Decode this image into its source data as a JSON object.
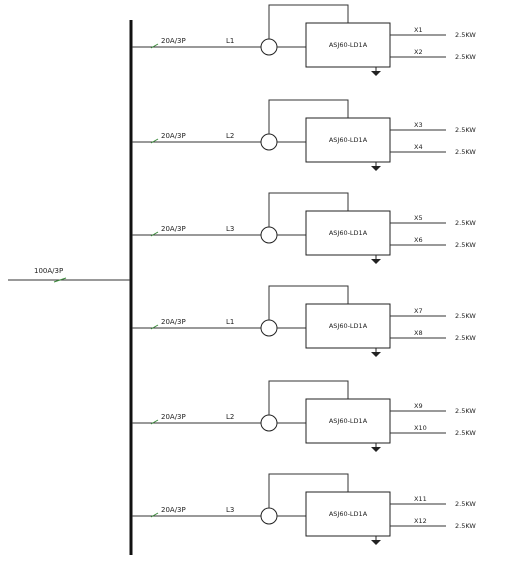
{
  "diagram": {
    "main_breaker": "100A/3P",
    "branches": [
      {
        "breaker": "20A/3P",
        "phase": "L1",
        "module": "ASJ60-LD1A",
        "outputs": [
          {
            "id": "X1",
            "load": "2.5KW"
          },
          {
            "id": "X2",
            "load": "2.5KW"
          }
        ]
      },
      {
        "breaker": "20A/3P",
        "phase": "L2",
        "module": "ASJ60-LD1A",
        "outputs": [
          {
            "id": "X3",
            "load": "2.5KW"
          },
          {
            "id": "X4",
            "load": "2.5KW"
          }
        ]
      },
      {
        "breaker": "20A/3P",
        "phase": "L3",
        "module": "ASJ60-LD1A",
        "outputs": [
          {
            "id": "X5",
            "load": "2.5KW"
          },
          {
            "id": "X6",
            "load": "2.5KW"
          }
        ]
      },
      {
        "breaker": "20A/3P",
        "phase": "L1",
        "module": "ASJ60-LD1A",
        "outputs": [
          {
            "id": "X7",
            "load": "2.5KW"
          },
          {
            "id": "X8",
            "load": "2.5KW"
          }
        ]
      },
      {
        "breaker": "20A/3P",
        "phase": "L2",
        "module": "ASJ60-LD1A",
        "outputs": [
          {
            "id": "X9",
            "load": "2.5KW"
          },
          {
            "id": "X10",
            "load": "2.5KW"
          }
        ]
      },
      {
        "breaker": "20A/3P",
        "phase": "L3",
        "module": "ASJ60-LD1A",
        "outputs": [
          {
            "id": "X11",
            "load": "2.5KW"
          },
          {
            "id": "X12",
            "load": "2.5KW"
          }
        ]
      }
    ]
  }
}
